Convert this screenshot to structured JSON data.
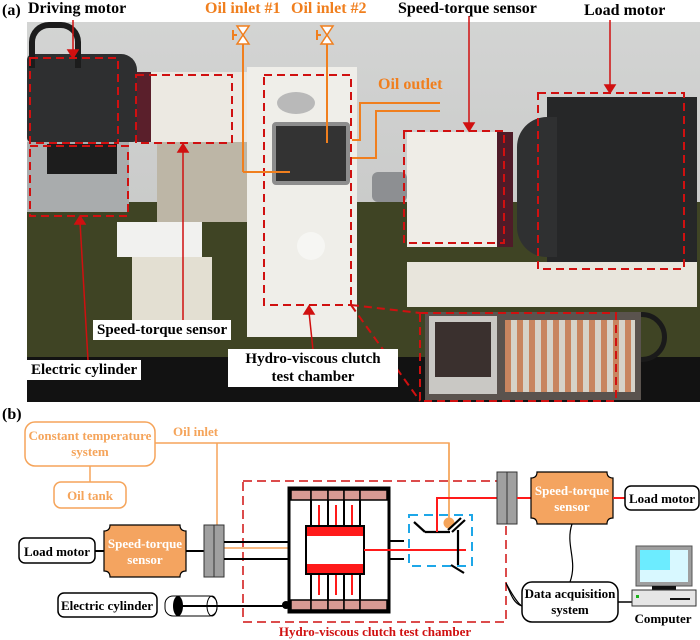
{
  "panel_a": {
    "label": "(a)",
    "labels": {
      "driving_motor": "Driving motor",
      "oil_inlet_1": "Oil inlet #1",
      "oil_inlet_2": "Oil inlet #2",
      "speed_torque_sensor_top": "Speed-torque sensor",
      "load_motor": "Load motor",
      "oil_outlet": "Oil outlet",
      "speed_torque_sensor_bottom": "Speed-torque sensor",
      "electric_cylinder": "Electric cylinder",
      "test_chamber_line1": "Hydro-viscous clutch",
      "test_chamber_line2": "test chamber"
    }
  },
  "panel_b": {
    "label": "(b)",
    "constant_temp_line1": "Constant temperature",
    "constant_temp_line2": "system",
    "oil_tank": "Oil tank",
    "oil_inlet": "Oil inlet",
    "load_motor_left": "Load motor",
    "speed_torque_left_line1": "Speed-torque",
    "speed_torque_left_line2": "sensor",
    "electric_cylinder": "Electric cylinder",
    "speed_torque_right_line1": "Speed-torque",
    "speed_torque_right_line2": "sensor",
    "load_motor_right": "Load motor",
    "daq_line1": "Data acquisition",
    "daq_line2": "system",
    "computer": "Computer",
    "chamber_caption": "Hydro-viscous clutch test chamber"
  },
  "colors": {
    "orange": "#f07f1e",
    "light_orange": "#f5a45a",
    "dashed_red": "#d01010",
    "line_red": "#ff1a1a",
    "blue_dash": "#1ea7e8",
    "friction_pink": "#d89a94",
    "sensor_fill": "#f4a460"
  }
}
